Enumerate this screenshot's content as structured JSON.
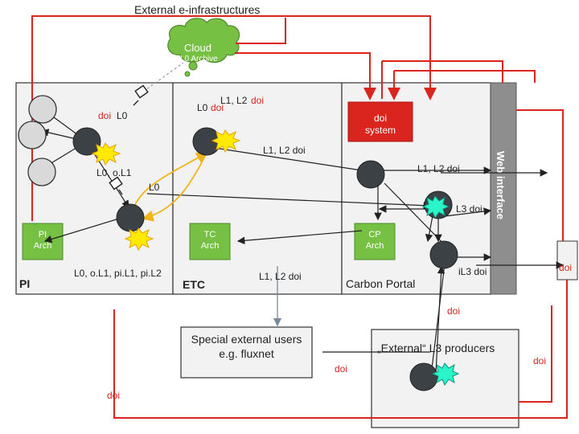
{
  "title": "External e-infrastructures",
  "cloud": {
    "label": "Cloud",
    "sublabel": "L0 Archive"
  },
  "pi": {
    "name": "PI",
    "arch": "PI\nArch",
    "doi": "doi",
    "level_l0": "L0",
    "flows": "L0, o.L1",
    "output": "L0, o.L1, pi.L1, pi.L2",
    "l0_mid": "L0"
  },
  "etc": {
    "name": "ETC",
    "arch": "TC\nArch",
    "l0": "L0",
    "doi_a": "doi",
    "l1l2": "L1, L2",
    "doi_b": "doi",
    "flow_right": "L1, L2 doi",
    "output": "L1, L2 doi"
  },
  "cp": {
    "name": "Carbon Portal",
    "arch": "CP\nArch",
    "doi_system": "doi\nsystem",
    "l1l2_doi": "L1, L2 doi",
    "l3_doi": "L3 doi",
    "il3_doi": "iL3 doi",
    "web_interface": "Web interface"
  },
  "special_users": "Special external users\ne.g. fluxnet",
  "external_l3": "„External“ L3 producers",
  "doi_labels": {
    "right_box": "doi",
    "below_cp": "doi",
    "bottom_center": "doi",
    "bottom_left": "doi",
    "right_lower": "doi"
  },
  "colors": {
    "red": "#d9251d",
    "green": "#76c043",
    "grey_fill": "#f2f2f2",
    "node": "#3c4146",
    "web_bar": "#8e8e8e",
    "yellow": "#ffea00"
  }
}
